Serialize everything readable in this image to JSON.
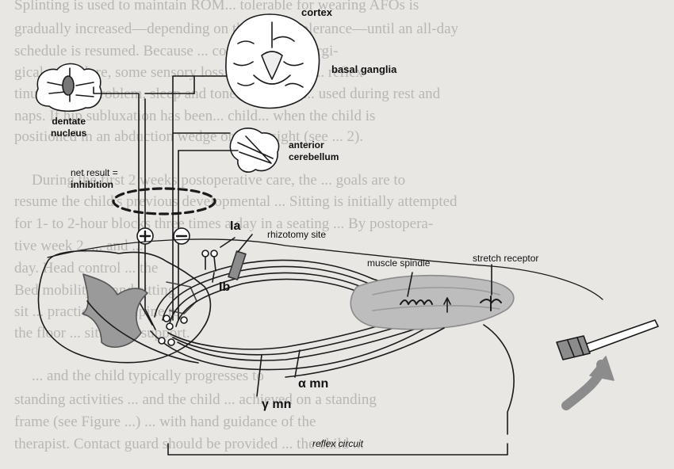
{
  "background_text": [
    "Splinting is used to maintain ROM... tolerable for wearing AFOs is",
    "gradually increased—depending on the child's tolerance—until an all-day",
    "schedule is resumed. Because ... considered the surgi-",
    "gical procedure, some sensory loss... the therapist... reflex",
    "tinue to be a problem, sleep and tone... the child... used during rest and",
    "naps. If hip subluxation has been... child... when the child is",
    "positioned in an abduction wedge or on ... sight (see ... 2).",
    "During the first 2 weeks postoperative care, the ... goals are to",
    "resume the child's previous developmental ... Sitting is initially attempted",
    "for 1- to 2-hour blocks three times a day in a seating ... By postopera-",
    "tive week 2, ... and ...",
    "day. Head control ... the",
    "Bed mobility ... and sitting",
    "sit ... practiced. ... supine to",
    "the floor ... sitting ... support.",
    "... and the child typically progresses to",
    "standing activities ... and the child ... achieved on a standing",
    "frame (see Figure ...) ... with hand guidance of the",
    "therapist. Contact guard should be provided ... the child ..."
  ],
  "labels": {
    "cortex": "cortex",
    "basal_ganglia": "basal ganglia",
    "dentate_nucleus": "dentate\nnucleus",
    "anterior_cerebellum": "anterior\ncerebellum",
    "net_result": "net result =",
    "inhibition": "inhibition",
    "plus": "+",
    "minus": "−",
    "rhizotomy_site": "rhizotomy site",
    "ia": "Ia",
    "ib": "Ib",
    "muscle_spindle": "muscle spindle",
    "stretch_receptor": "stretch receptor",
    "alpha_mn": "α mn",
    "gamma_mn": "γ mn",
    "reflex_circuit": "reflex circuit"
  },
  "colors": {
    "line": "#1a1a1a",
    "shade": "#8c8c8c",
    "paper": "#e9e7e3",
    "faded_text": "#a9a7a4"
  }
}
